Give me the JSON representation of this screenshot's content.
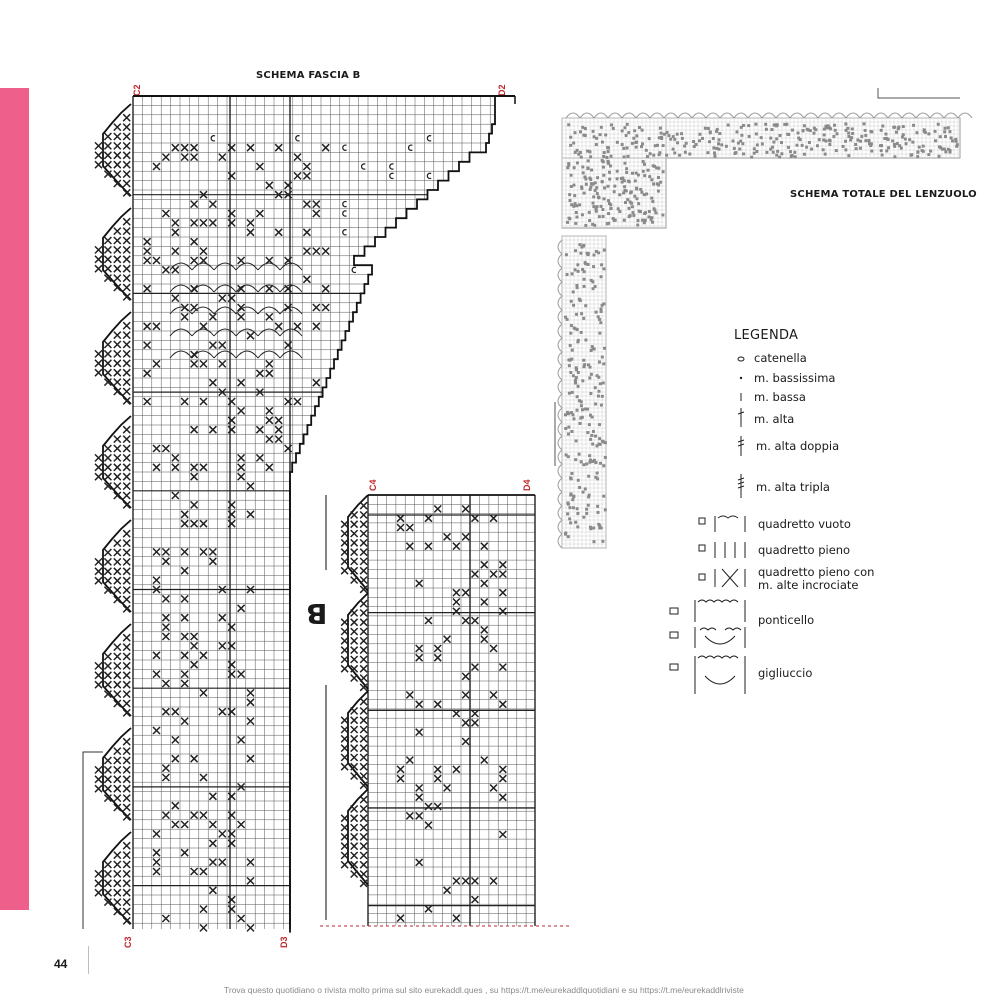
{
  "page": {
    "number": "44"
  },
  "colors": {
    "accent_bar": "#ef5f8c",
    "corner_labels": "#c0272d",
    "grid": "#333333"
  },
  "schema_fascia_b": {
    "title": "SCHEMA FASCIA B",
    "labels": {
      "top_left": "C2",
      "top_right": "D2",
      "bottom_left": "C3",
      "bottom_right": "D3"
    }
  },
  "strip": {
    "labels": {
      "top_left": "C4",
      "top_right": "D4"
    },
    "rotated_letter": "B"
  },
  "schema_totale": {
    "title": "SCHEMA TOTALE DEL LENZUOLO"
  },
  "legenda": {
    "title": "LEGENDA",
    "items": [
      {
        "label": "catenella",
        "icon": "chain-icon"
      },
      {
        "label": "m. bassissima",
        "icon": "slip-stitch-icon"
      },
      {
        "label": "m. bassa",
        "icon": "single-crochet-icon"
      },
      {
        "label": "m. alta",
        "icon": "double-crochet-icon"
      },
      {
        "label": "m. alta doppia",
        "icon": "treble-crochet-icon"
      },
      {
        "label": "m. alta tripla",
        "icon": "triple-treble-icon"
      },
      {
        "label": "quadretto vuoto",
        "icon": "open-mesh-icon"
      },
      {
        "label": "quadretto pieno",
        "icon": "filled-mesh-icon"
      },
      {
        "label_line1": "quadretto pieno con",
        "label_line2": "m. alte incrociate",
        "icon": "crossed-mesh-icon"
      },
      {
        "label": "ponticello",
        "icon": "bar-icon"
      },
      {
        "label": "gigliuccio",
        "icon": "lacet-icon"
      }
    ]
  },
  "footer": {
    "text": "Trova questo quotidiano o rivista molto prima sul sito eurekaddl.ques , su https://t.me/eurekaddlquotidiani e su https://t.me/eurekaddlriviste"
  }
}
